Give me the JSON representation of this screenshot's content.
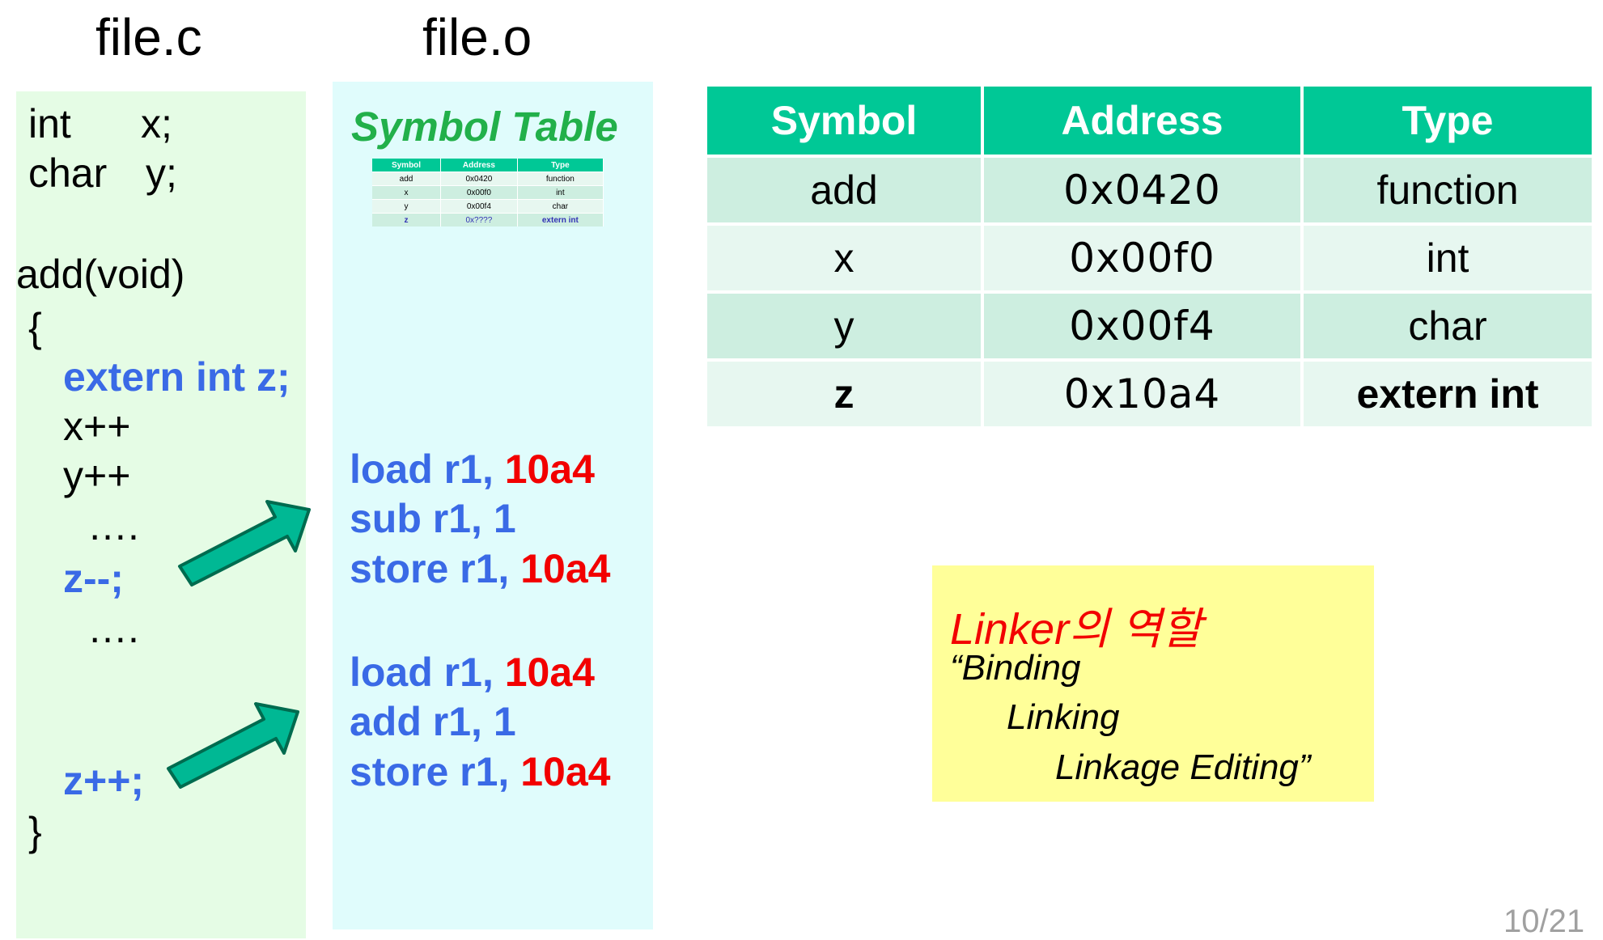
{
  "titles": {
    "file_c": "file.c",
    "file_o": "file.o"
  },
  "code_c": {
    "decl_int": "int",
    "decl_x": "x;",
    "decl_char": "char",
    "decl_y": "y;",
    "func": "add(void)",
    "open_brace": "{",
    "extern_line": "extern int z;",
    "x_inc": "x++",
    "y_inc": "y++",
    "dots1": "….",
    "z_dec": "z--;",
    "dots2": "….",
    "z_inc": "z++;",
    "close_brace": "}"
  },
  "file_o": {
    "symtab_title": "Symbol Table",
    "asm_block1": [
      {
        "op": "load r1, ",
        "addr": "10a4"
      },
      {
        "op": "sub r1, 1",
        "addr": ""
      },
      {
        "op": "store r1, ",
        "addr": "10a4"
      }
    ],
    "asm_block2": [
      {
        "op": "load r1, ",
        "addr": "10a4"
      },
      {
        "op": "add r1, 1",
        "addr": ""
      },
      {
        "op": "store r1, ",
        "addr": "10a4"
      }
    ]
  },
  "mini_table": {
    "headers": [
      "Symbol",
      "Address",
      "Type"
    ],
    "rows": [
      [
        "add",
        "0x0420",
        "function"
      ],
      [
        "x",
        "0x00f0",
        "int"
      ],
      [
        "y",
        "0x00f4",
        "char"
      ],
      [
        "z",
        "0x????",
        "extern int"
      ]
    ]
  },
  "symbol_table": {
    "headers": [
      "Symbol",
      "Address",
      "Type"
    ],
    "rows": [
      [
        "add",
        "0x0420",
        "function"
      ],
      [
        "x",
        "0x00f0",
        "int"
      ],
      [
        "y",
        "0x00f4",
        "char"
      ],
      [
        "z",
        "0x10a4",
        "extern int"
      ]
    ]
  },
  "note": {
    "title": "Linker의 역할",
    "line1": "“Binding",
    "line2": "Linking",
    "line3": "Linkage Editing”"
  },
  "page_number": "10/21",
  "colors": {
    "header_green": "#00c896",
    "code_blue": "#3a6ae6",
    "address_red": "#f20000",
    "title_green": "#22b04a",
    "note_yellow": "#ffff99",
    "arrow_green": "#00b894"
  }
}
